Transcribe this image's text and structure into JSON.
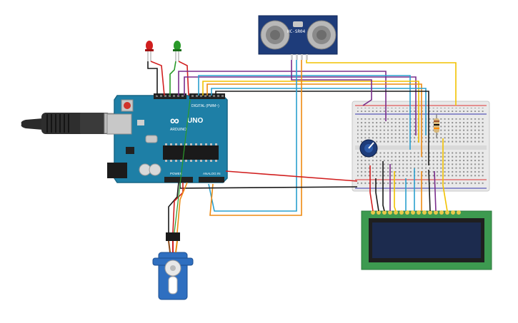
{
  "arduino": {
    "brand": "ARDUINO",
    "model": "UNO",
    "digital_header_label": "DIGITAL (PWM~)",
    "power_label": "POWER",
    "analog_label": "ANALOG IN",
    "logo_symbol": "∞"
  },
  "ultrasonic": {
    "model": "HC-SR04"
  },
  "colors": {
    "arduino_board": "#1e7fa6",
    "breadboard": "#e9e9e9",
    "lcd_pcb": "#3d9a50",
    "lcd_screen": "#1c2b4e",
    "servo_body": "#2f6fc0",
    "ultrasonic_board": "#1e3c7a",
    "wire_red": "#d11f1f",
    "wire_black": "#1a1a1a",
    "wire_yellow": "#f2c200",
    "wire_orange": "#ee8a12",
    "wire_purple": "#7a2e8c",
    "wire_blue": "#2aa0cf",
    "wire_green": "#2a9a2a"
  },
  "components": [
    "usb-cable",
    "arduino-uno",
    "red-led",
    "green-led",
    "hc-sr04-ultrasonic-sensor",
    "breadboard",
    "potentiometer",
    "resistor",
    "lcd-16x2",
    "servo-motor"
  ]
}
